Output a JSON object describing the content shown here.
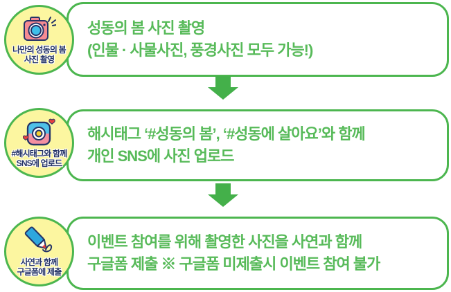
{
  "poster": {
    "type": "event-process-flow",
    "colors": {
      "outline_green": "#4cb64f",
      "text_green": "#57ba59",
      "arrow_green": "#44b04a",
      "badge_yellow": "#fcf6a0",
      "badge_text_navy": "#243367",
      "camera_pink": "#f58b92",
      "lens_blue": "#3fbfe8",
      "sns_blue": "#4fc0e8",
      "sns_pink": "#f48fa0",
      "lens_center_yellow": "#f5d032",
      "heart_red": "#e8403e",
      "pencil_blue": "#2ea7de",
      "box_fill": "#ffffff"
    },
    "steps": [
      {
        "badge": {
          "icon": "camera-icon",
          "line1": "나만의 성동의 봄",
          "line2": "사진 촬영"
        },
        "line1": "성동의 봄 사진 촬영",
        "line2": "(인물 · 사물사진, 풍경사진 모두 가능!)"
      },
      {
        "badge": {
          "icon": "hashtag-sns-upload-icon",
          "line1": "#해시태그와 함께",
          "line2": "SNS에 업로드"
        },
        "line1": "해시태그 ‘#성동의 봄’, ‘#성동에 살아요’와 함께",
        "line2": "개인 SNS에 사진 업로드"
      },
      {
        "badge": {
          "icon": "pencil-icon",
          "line1": "사연과 함께",
          "line2": "구글폼에 제출"
        },
        "line1": "이벤트 참여를 위해 촬영한 사진을 사연과 함께",
        "line2": "구글폼 제출 ※ 구글폼 미제출시 이벤트 참여 불가"
      }
    ]
  }
}
